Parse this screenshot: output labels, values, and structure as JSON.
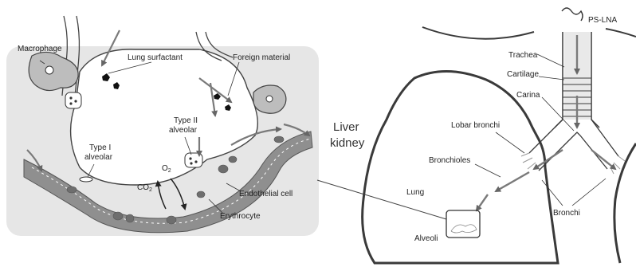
{
  "labels": {
    "macrophage": "Macrophage",
    "lung_surfactant": "Lung surfactant",
    "foreign_material": "Foreign material",
    "type_ii_line1": "Type II",
    "type_ii_line2": "alveolar",
    "type_i_line1": "Type I",
    "type_i_line2": "alveolar",
    "o2_base": "O",
    "o2_sub": "2",
    "co2_base": "CO",
    "co2_sub": "2",
    "endothelial_cell": "Endothelial cell",
    "erythrocyte": "Erythrocyte",
    "liver": "Liver",
    "kidney": "kidney",
    "ps_lna": "PS-LNA",
    "trachea": "Trachea",
    "cartilage": "Cartilage",
    "carina": "Carina",
    "lobar_bronchi": "Lobar bronchi",
    "bronchioles": "Bronchioles",
    "lung": "Lung",
    "alveoli": "Alveoli",
    "bronchi": "Bronchi"
  },
  "colors": {
    "panel_bg": "#e6e6e6",
    "vessel": "#8f8f8f",
    "vessel_dark": "#6e6e6e",
    "arrow": "#7a7a7a",
    "outline": "#3a3a3a"
  }
}
